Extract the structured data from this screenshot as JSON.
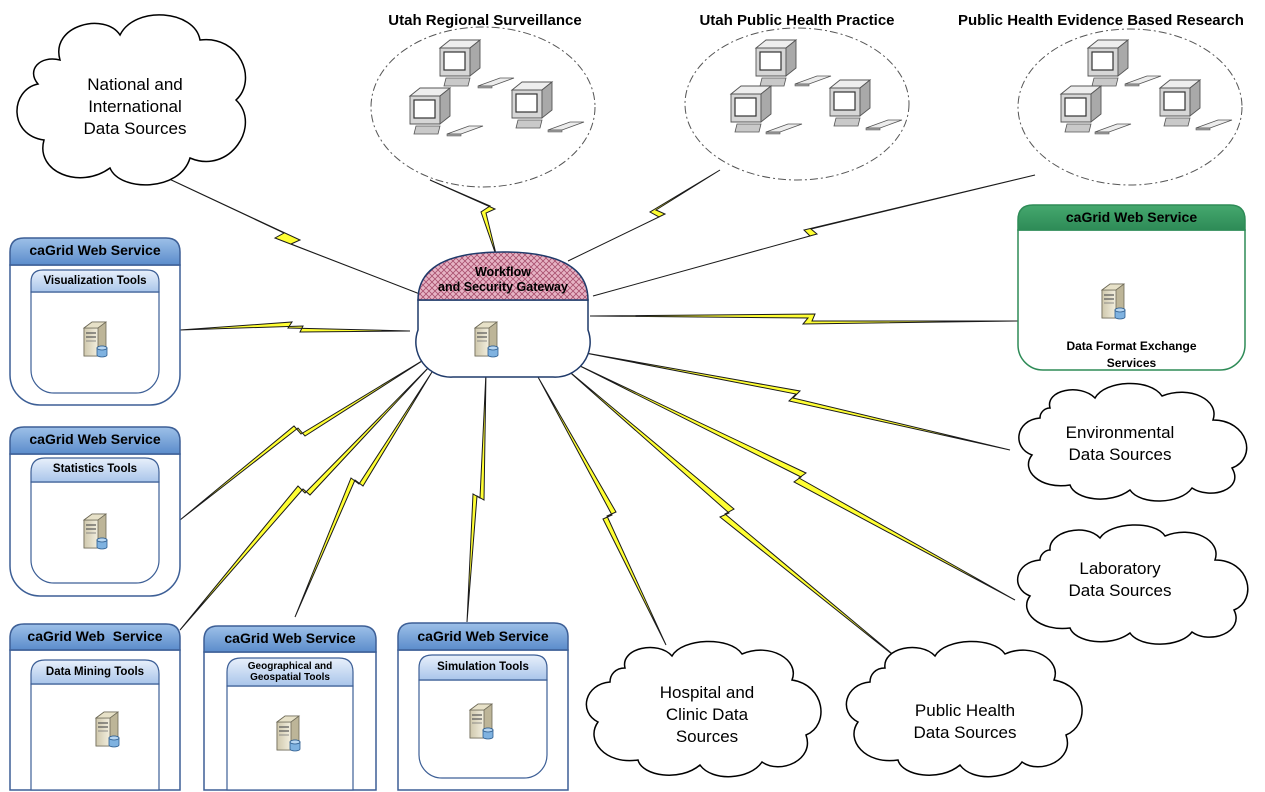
{
  "gateway": {
    "line1": "Workflow",
    "line2": "and Security Gateway"
  },
  "networks": [
    {
      "id": "utah-regional-surveillance",
      "title": "Utah Regional Surveillance"
    },
    {
      "id": "utah-public-health-practice",
      "title": "Utah Public Health Practice"
    },
    {
      "id": "public-health-evidence-based-research",
      "title": "Public Health Evidence Based Research"
    }
  ],
  "clouds": {
    "national": [
      "National and",
      "International",
      "Data Sources"
    ],
    "environmental": [
      "Environmental",
      "Data Sources"
    ],
    "laboratory": [
      "Laboratory",
      "Data Sources"
    ],
    "hospital": [
      "Hospital and",
      "Clinic Data",
      "Sources"
    ],
    "public_health": [
      "Public Health",
      "Data Sources"
    ]
  },
  "services": {
    "visualization": {
      "title": "caGrid Web Service",
      "tool": "Visualization Tools"
    },
    "statistics": {
      "title": "caGrid Web Service",
      "tool": "Statistics Tools"
    },
    "data_mining": {
      "title": "caGrid Web  Service",
      "tool": "Data Mining Tools"
    },
    "geographical": {
      "title": "caGrid Web Service",
      "tool_line1": "Geographical and",
      "tool_line2": "Geospatial Tools"
    },
    "simulation": {
      "title": "caGrid Web Service",
      "tool": "Simulation Tools"
    },
    "data_format": {
      "title": "caGrid Web Service",
      "line1": "Data Format Exchange",
      "line2": "Services"
    }
  },
  "colors": {
    "service_header": "#6b9bd1",
    "service_border": "#3d5f96",
    "data_format_header": "#2e8b57",
    "data_format_border": "#2e8b57",
    "gateway_header": "#d9a3b5",
    "lightning": "#ffff33"
  }
}
